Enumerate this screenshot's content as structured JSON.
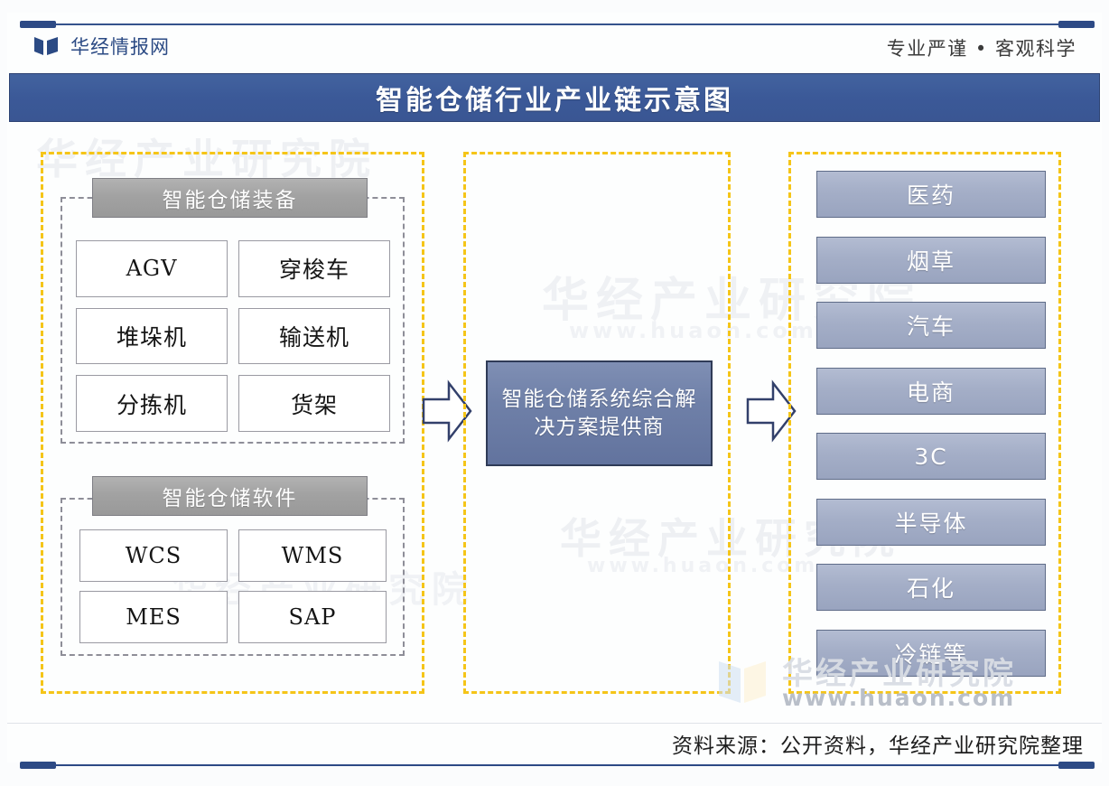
{
  "header": {
    "brand_name": "华经情报网",
    "brand_icon": "open-book-logo-icon",
    "slogan": "专业严谨 • 客观科学"
  },
  "title": "智能仓储行业产业链示意图",
  "watermarks": {
    "brand_cn": "华经产业研究院",
    "url": "www.huaon.com"
  },
  "diagram": {
    "upstream": {
      "groups": [
        {
          "heading": "智能仓储装备",
          "items": [
            "AGV",
            "穿梭车",
            "堆垛机",
            "输送机",
            "分拣机",
            "货架"
          ]
        },
        {
          "heading": "智能仓储软件",
          "items": [
            "WCS",
            "WMS",
            "MES",
            "SAP"
          ]
        }
      ]
    },
    "midstream": {
      "node_label": "智能仓储系统综合解决方案提供商"
    },
    "downstream": {
      "items": [
        "医药",
        "烟草",
        "汽车",
        "电商",
        "3C",
        "半导体",
        "石化",
        "冷链等"
      ]
    },
    "arrows": [
      {
        "name": "arrow-upstream-to-midstream",
        "direction": "right"
      },
      {
        "name": "arrow-midstream-to-downstream",
        "direction": "right"
      }
    ]
  },
  "footer": {
    "source": "资料来源：公开资料，华经产业研究院整理"
  },
  "colors": {
    "title_bar": "#3b5998",
    "panel_dash": "#f5c518",
    "subgroup_dash": "#8e8e98",
    "group_head": "#a2a2a2",
    "center_node": "#6f80a8",
    "right_box": "#a4aec7",
    "rule": "#2d4a85"
  }
}
